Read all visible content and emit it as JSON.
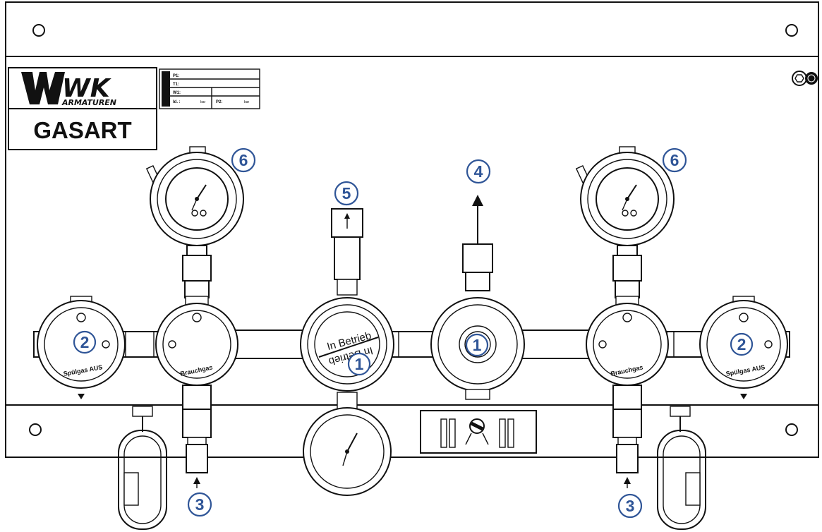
{
  "label_plate": {
    "logo_text": "WK",
    "logo_subtext": "ARMATUREN",
    "gas_type": "GASART",
    "form_rows": [
      "P1:",
      "T1:",
      "W1:"
    ],
    "form_bottom": [
      "Id. :",
      "bar",
      "P2:",
      "bar"
    ]
  },
  "regulator": {
    "status_text": "In Betrieb"
  },
  "valves": {
    "main_left_label": "Brauchgas",
    "main_right_label": "Brauchgas",
    "purge_left_label": "Spülgas AUS",
    "purge_right_label": "Spülgas AUS"
  },
  "callouts": {
    "c1a": "1",
    "c1b": "1",
    "c2a": "2",
    "c2b": "2",
    "c3a": "3",
    "c3b": "3",
    "c4": "4",
    "c5": "5",
    "c6a": "6",
    "c6b": "6"
  },
  "colors": {
    "callout": "#2f5597",
    "lines": "#111111"
  }
}
